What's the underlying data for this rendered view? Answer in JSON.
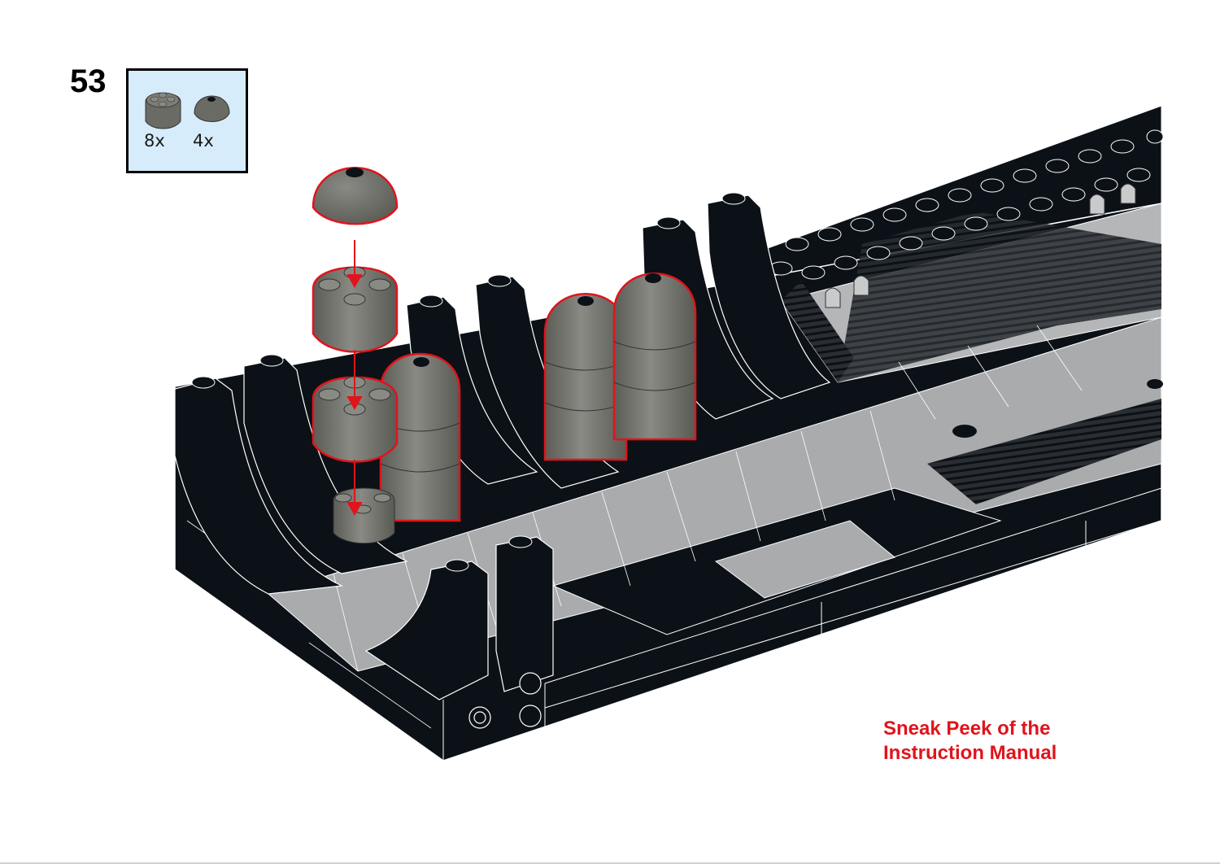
{
  "step": {
    "number": "53"
  },
  "parts": [
    {
      "icon": "round-brick-2x2-icon",
      "quantity": "8x",
      "color": "#6b6b66"
    },
    {
      "icon": "round-dome-2x2-icon",
      "quantity": "4x",
      "color": "#6b6b66"
    }
  ],
  "watermark": {
    "line1": "Sneak Peek of the",
    "line2": "Instruction Manual",
    "color": "#e0141c"
  },
  "colors": {
    "parts_panel": "#d6ecfb",
    "build_black": "#0b1116",
    "tile_gray": "#a9abad",
    "part_gray": "#6b6b66",
    "highlight_red": "#e0141c"
  }
}
